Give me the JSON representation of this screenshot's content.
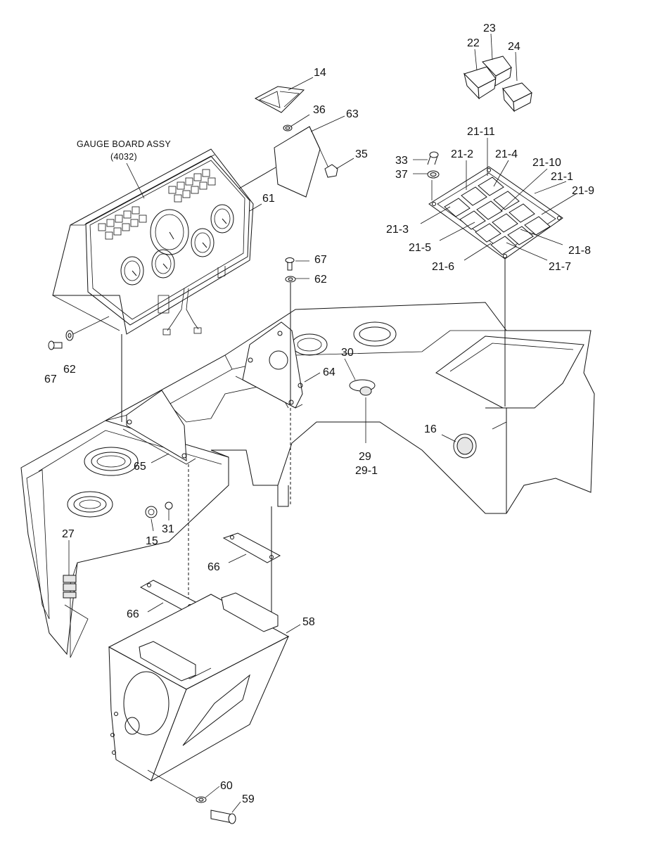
{
  "assembly": {
    "title": "GAUGE BOARD ASSY",
    "code": "(4032)"
  },
  "callouts": {
    "c14": "14",
    "c22": "22",
    "c23": "23",
    "c24": "24",
    "c36": "36",
    "c63": "63",
    "c35": "35",
    "c61": "61",
    "c33": "33",
    "c37": "37",
    "c21_11": "21-11",
    "c21_2": "21-2",
    "c21_4": "21-4",
    "c21_10": "21-10",
    "c21_1": "21-1",
    "c21_9": "21-9",
    "c21_3": "21-3",
    "c21_5": "21-5",
    "c21_6": "21-6",
    "c21_7": "21-7",
    "c21_8": "21-8",
    "c67a": "67",
    "c62a": "62",
    "c67b": "67",
    "c62b": "62",
    "c30": "30",
    "c64": "64",
    "c29": "29",
    "c29_1": "29-1",
    "c16": "16",
    "c65": "65",
    "c15": "15",
    "c31": "31",
    "c27": "27",
    "c66a": "66",
    "c66b": "66",
    "c58": "58",
    "c60": "60",
    "c59": "59"
  }
}
